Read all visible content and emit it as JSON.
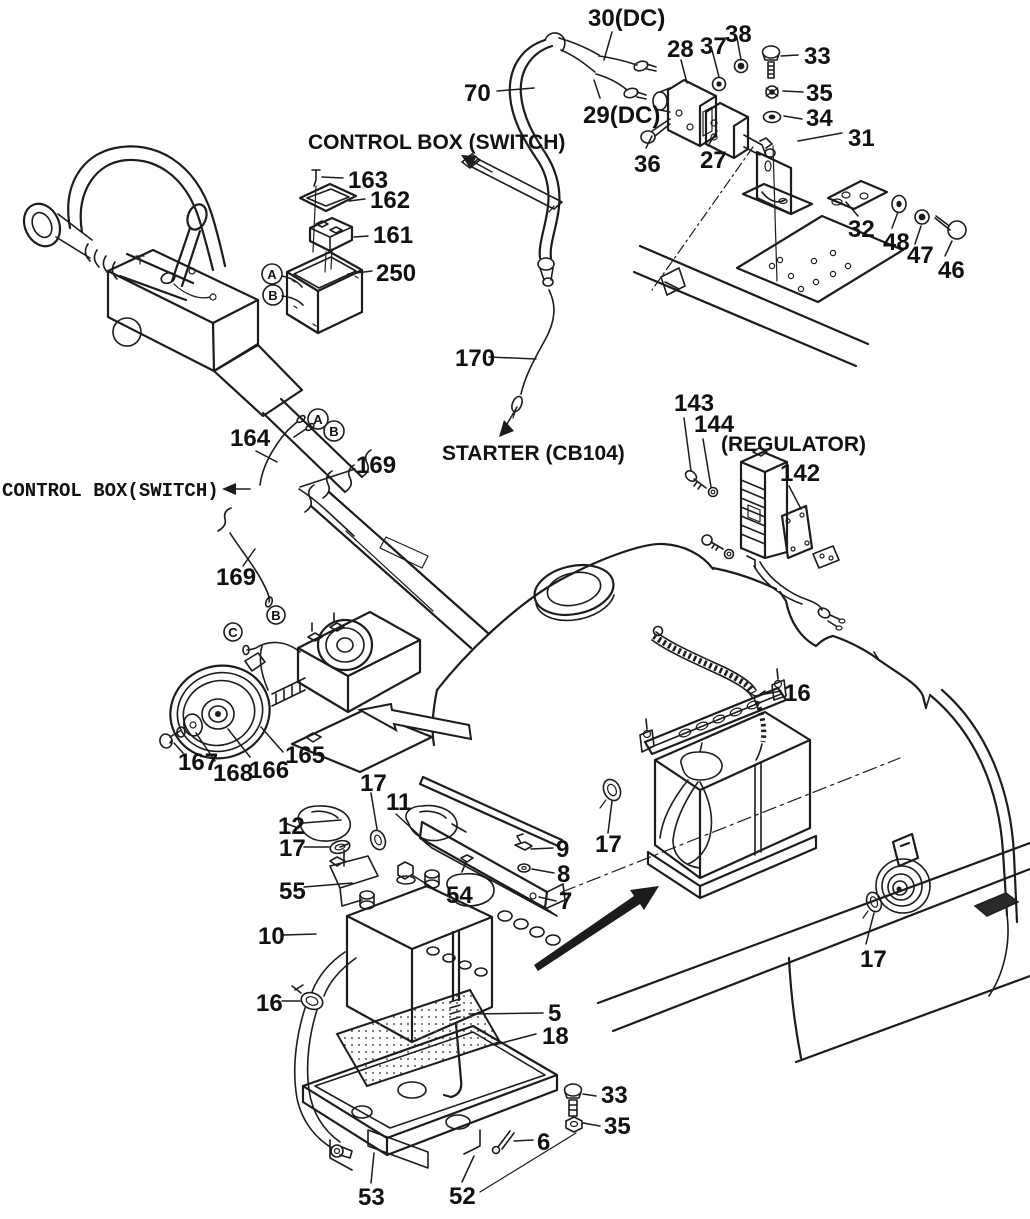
{
  "meta": {
    "background": "#ffffff",
    "ink": "#1c1c1c"
  },
  "figure": {
    "annotations": {
      "control_box_top": "CONTROL BOX (SWITCH)",
      "control_box_left": "CONTROL BOX(SWITCH)",
      "starter": "STARTER (CB104)",
      "regulator": "(REGULATOR)"
    },
    "letters": {
      "a": "A",
      "b": "B",
      "c": "C"
    },
    "callouts": {
      "n5": "5",
      "n6": "6",
      "n7": "7",
      "n8": "8",
      "n9": "9",
      "n10": "10",
      "n11": "11",
      "n12": "12",
      "n16": "16",
      "n17": "17",
      "n18": "18",
      "n27": "27",
      "n28": "28",
      "n29dc": "29(DC)",
      "n30dc": "30(DC)",
      "n31": "31",
      "n32": "32",
      "n33": "33",
      "n34": "34",
      "n35": "35",
      "n36": "36",
      "n37": "37",
      "n38": "38",
      "n46": "46",
      "n47": "47",
      "n48": "48",
      "n52": "52",
      "n53": "53",
      "n54": "54",
      "n55": "55",
      "n70": "70",
      "n142": "142",
      "n143": "143",
      "n144": "144",
      "n161": "161",
      "n162": "162",
      "n163": "163",
      "n164": "164",
      "n165": "165",
      "n166": "166",
      "n167": "167",
      "n168": "168",
      "n169": "169",
      "n170": "170",
      "n250": "250"
    }
  }
}
